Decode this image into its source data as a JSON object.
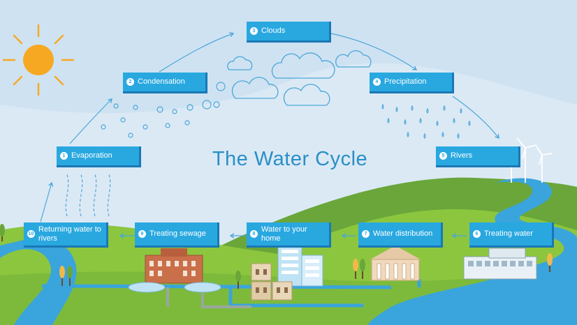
{
  "title": "The Water Cycle",
  "colors": {
    "sky": "#dbe9f5",
    "box": "#29a8e0",
    "box_shadow": "#1a78b5",
    "arrow": "#4aa7d8",
    "water": "#3aa4dc",
    "grass_light": "#8cc63f",
    "grass_dark": "#6aa63a",
    "sun": "#f7a823"
  },
  "steps": [
    {
      "num": "1",
      "label": "Evaporation"
    },
    {
      "num": "2",
      "label": "Condensation"
    },
    {
      "num": "3",
      "label": "Clouds"
    },
    {
      "num": "4",
      "label": "Precipitation"
    },
    {
      "num": "5",
      "label": "Rivers"
    },
    {
      "num": "6",
      "label": "Treating water"
    },
    {
      "num": "7",
      "label": "Water distribution"
    },
    {
      "num": "8",
      "label": "Water to your home"
    },
    {
      "num": "9",
      "label": "Treating sewage"
    },
    {
      "num": "10",
      "label": "Returning water to rivers"
    }
  ],
  "icons": [
    "sun-icon",
    "cloud-icon",
    "raindrop-icon",
    "wind-turbine-icon",
    "tree-icon",
    "water-treatment-plant-icon",
    "distribution-building-icon",
    "houses-icon",
    "sewage-works-icon",
    "river-icon"
  ]
}
